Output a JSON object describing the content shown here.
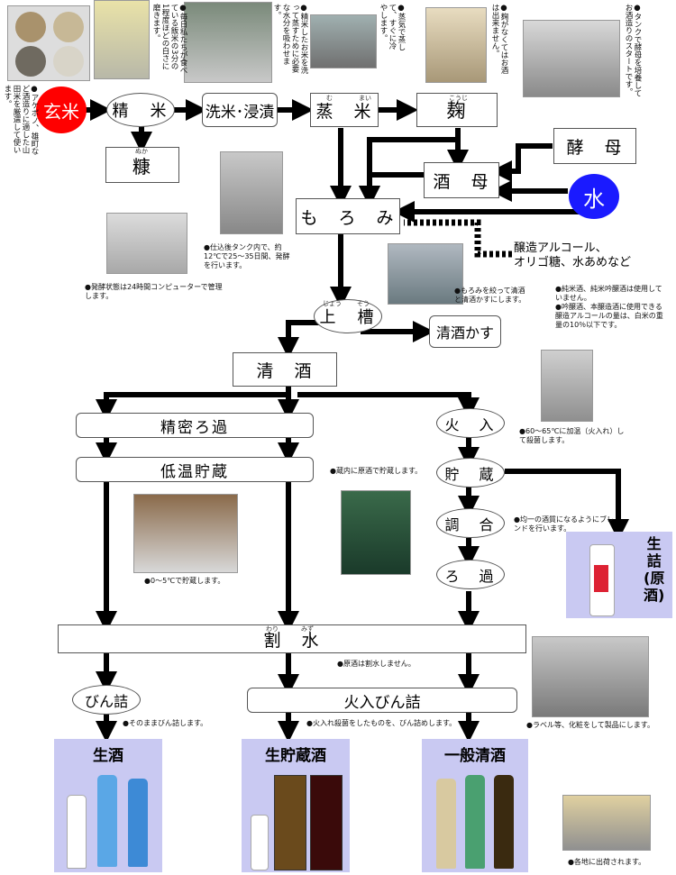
{
  "nodes": {
    "genmai": "玄米",
    "seimai": "精　米",
    "nuka": "糠",
    "nuka_ruby": "ぬか",
    "senmai": "洗米･浸漬",
    "jomai": "蒸　米",
    "jomai_ruby1": "む",
    "jomai_ruby2": "まい",
    "koji": "麹",
    "koji_ruby": "こうじ",
    "kobo": "酵　母",
    "shubo": "酒　母",
    "mizu": "水",
    "moromi": "も　ろ　み",
    "additives": "醸造アルコール、\nオリゴ糖、水あめなど",
    "josou": "上　槽",
    "josou_ruby1": "じょう",
    "josou_ruby2": "そう",
    "sakekasu": "清酒かす",
    "seishu": "清　酒",
    "seimitsu": "精密ろ過",
    "teion": "低温貯蔵",
    "hiire": "火　入",
    "chozo": "貯　蔵",
    "chougou": "調　合",
    "roka": "ろ　過",
    "namazume": "生\n詰\n(原\n酒)",
    "warimizu": "割　水",
    "warimizu_ruby1": "わり",
    "warimizu_ruby2": "みず",
    "binzume": "びん詰",
    "hiirebin": "火入びん詰"
  },
  "products": {
    "namazake": "生酒",
    "namachozo": "生貯蔵酒",
    "ippan": "一般清酒"
  },
  "notes": {
    "genmai_note": "●アケボノ、雄町など酒造りに適した山田米を厳選して使います。",
    "seimai_note": "●毎日私たちが食べている飯米の3分の1程度ほどの白さに磨きます。",
    "senmai_note": "●精米したお米を洗って蒸すために必要な水分を吸わせます。",
    "jomai_note": "●蒸気で蒸して、すぐに冷やします。",
    "koji_note": "●麹がなくてはお酒は出来ません。",
    "tank_note": "●タンクで酵母を培養してお酒造りのスタートです。",
    "moromi_note": "●仕込後タンク内で、約12℃で25～35日間、発酵を行います。",
    "computer_note": "●発酵状態は24時間コンピューターで管理します。",
    "josou_note": "●もろみを絞って清酒と清酒かすにします。",
    "junmai_note1": "●純米酒、純米吟醸酒は使用していません。",
    "junmai_note2": "●吟醸酒、本醸造酒に使用できる醸造アルコールの量は、白米の重量の10％以下です。",
    "hiire_note": "●60～65℃に加温（火入れ）して殺菌します。",
    "kuranai_note": "●蔵内に原酒で貯蔵します。",
    "teion_note": "●0～5℃で貯蔵します。",
    "blend_note": "●均一の酒質になるようにブレンドを行います。",
    "warimizu_note": "●原酒は割水しません。",
    "binzume_note": "●そのままびん詰します。",
    "hiirebin_note": "●火入れ殺菌をしたものを、びん詰めします。",
    "label_note": "●ラベル等、化粧をして製品にします。",
    "ship_note": "●各地に出荷されます。"
  },
  "colors": {
    "arrow": "#000000",
    "genmai_circle": "#ff0000",
    "mizu_circle": "#1a1aff",
    "product_bg": "#c9c9f2"
  }
}
